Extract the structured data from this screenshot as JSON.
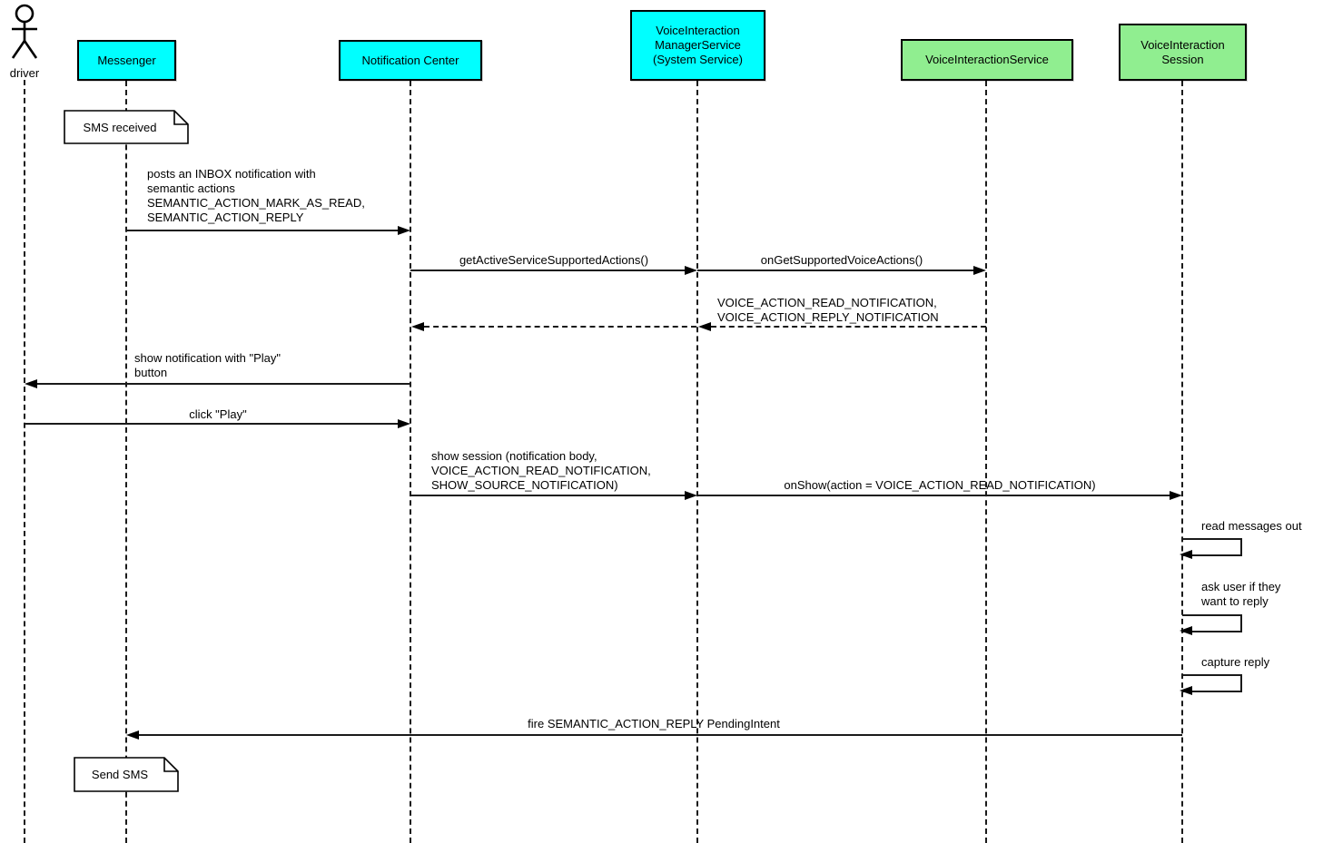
{
  "diagram_type": "uml-sequence-diagram",
  "colors": {
    "participant_cyan": "#00ffff",
    "participant_green": "#90ee90",
    "line": "#000000",
    "background": "#ffffff"
  },
  "participants": [
    {
      "id": "driver",
      "kind": "actor",
      "label": "driver"
    },
    {
      "id": "messenger",
      "kind": "component",
      "fill": "#00ffff",
      "label": "Messenger"
    },
    {
      "id": "notification-center",
      "kind": "component",
      "fill": "#00ffff",
      "label": "Notification Center"
    },
    {
      "id": "voice-interaction-manager-service",
      "kind": "component",
      "fill": "#00ffff",
      "label": "VoiceInteraction\nManagerService\n(System Service)"
    },
    {
      "id": "voice-interaction-service",
      "kind": "component",
      "fill": "#90ee90",
      "label": "VoiceInteractionService"
    },
    {
      "id": "voice-interaction-session",
      "kind": "component",
      "fill": "#90ee90",
      "label": "VoiceInteraction\nSession"
    }
  ],
  "notes": [
    {
      "attached_to": "messenger",
      "text": "SMS received"
    },
    {
      "attached_to": "messenger",
      "text": "Send SMS"
    }
  ],
  "messages": [
    {
      "seq": 1,
      "from": "messenger",
      "to": "notification-center",
      "style": "solid",
      "label": "posts an INBOX notification with\nsemantic actions\nSEMANTIC_ACTION_MARK_AS_READ,\nSEMANTIC_ACTION_REPLY"
    },
    {
      "seq": 2,
      "from": "notification-center",
      "to": "voice-interaction-manager-service",
      "style": "solid",
      "label": "getActiveServiceSupportedActions()"
    },
    {
      "seq": 3,
      "from": "voice-interaction-manager-service",
      "to": "voice-interaction-service",
      "style": "solid",
      "label": "onGetSupportedVoiceActions()"
    },
    {
      "seq": 4,
      "from": "voice-interaction-service",
      "to": "voice-interaction-manager-service",
      "style": "dashed-return",
      "label": "VOICE_ACTION_READ_NOTIFICATION,\nVOICE_ACTION_REPLY_NOTIFICATION"
    },
    {
      "seq": 5,
      "from": "voice-interaction-manager-service",
      "to": "notification-center",
      "style": "dashed-return",
      "label": ""
    },
    {
      "seq": 6,
      "from": "notification-center",
      "to": "driver",
      "style": "solid",
      "label": "show notification with \"Play\"\nbutton"
    },
    {
      "seq": 7,
      "from": "driver",
      "to": "notification-center",
      "style": "solid",
      "label": "click \"Play\""
    },
    {
      "seq": 8,
      "from": "notification-center",
      "to": "voice-interaction-manager-service",
      "style": "solid",
      "label": "show session (notification body,\nVOICE_ACTION_READ_NOTIFICATION,\nSHOW_SOURCE_NOTIFICATION)"
    },
    {
      "seq": 9,
      "from": "voice-interaction-manager-service",
      "to": "voice-interaction-session",
      "style": "solid",
      "label": "onShow(action = VOICE_ACTION_READ_NOTIFICATION)"
    },
    {
      "seq": 10,
      "from": "voice-interaction-session",
      "to": "voice-interaction-session",
      "style": "self",
      "label": "read messages out"
    },
    {
      "seq": 11,
      "from": "voice-interaction-session",
      "to": "voice-interaction-session",
      "style": "self",
      "label": "ask user if they\nwant to reply"
    },
    {
      "seq": 12,
      "from": "voice-interaction-session",
      "to": "voice-interaction-session",
      "style": "self",
      "label": "capture reply"
    },
    {
      "seq": 13,
      "from": "voice-interaction-session",
      "to": "messenger",
      "style": "solid",
      "label": "fire SEMANTIC_ACTION_REPLY PendingIntent"
    }
  ]
}
